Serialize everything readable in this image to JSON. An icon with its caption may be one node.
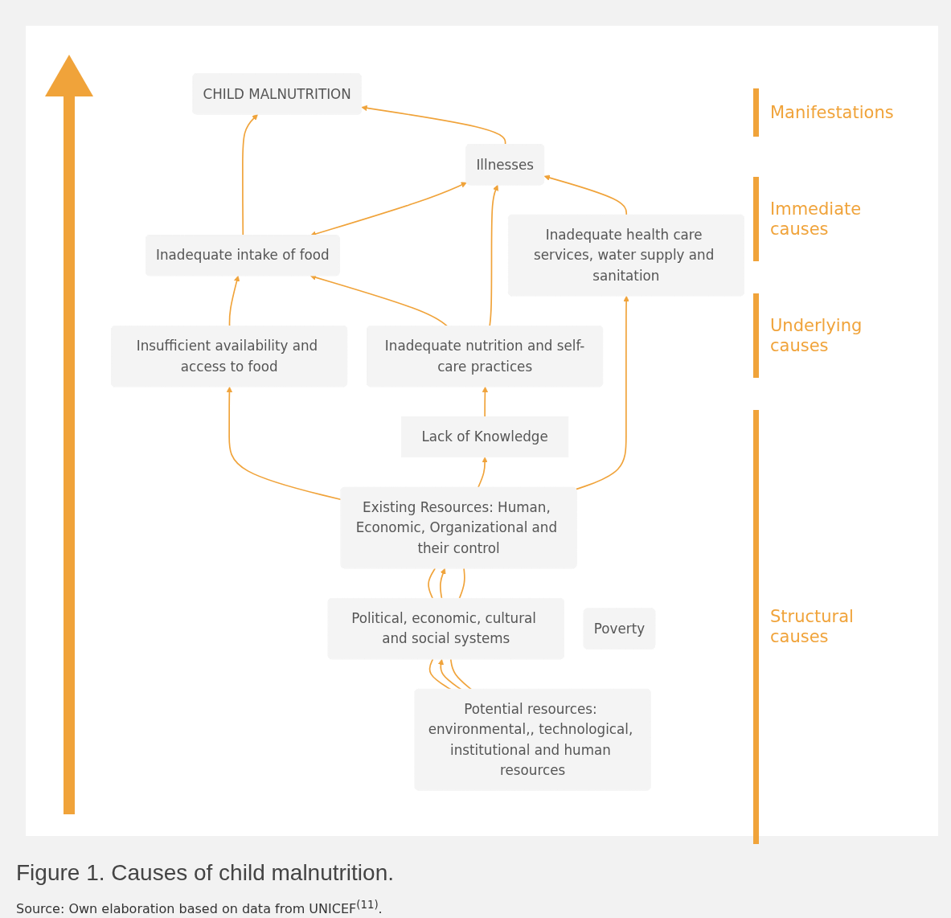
{
  "diagram": {
    "caption": "Figure 1. Causes of child malnutrition.",
    "nodes": [
      {
        "text": [
          "CHILD MALNUTRITION"
        ]
      },
      {
        "text": [
          "Inadequate intake of food"
        ]
      },
      {
        "text": [
          "Illnesses"
        ]
      },
      {
        "text": [
          "Insufficient availability and access to food"
        ]
      },
      {
        "text": [
          "Inadequate nutrition and self-care practices"
        ]
      },
      {
        "text": [
          "Inadequate health care services, water supply and sanitation"
        ]
      },
      {
        "text": [
          "Lack of Knowledge"
        ]
      },
      {
        "text": [
          "Existing Resources: Human, Economic, Organizational and their control"
        ]
      },
      {
        "text": [
          "Political, economic, cultural and social systems"
        ]
      },
      {
        "text": [
          "Poverty"
        ]
      },
      {
        "text": [
          "Potential resources: environmental,, technological, institutional and human resources"
        ]
      }
    ],
    "edges": [
      {
        "from": 1,
        "to": 2,
        "arrow": "both"
      },
      {
        "from": 1,
        "to": 0,
        "arrow": "to"
      },
      {
        "from": 2,
        "to": 0,
        "arrow": "to"
      },
      {
        "from": 3,
        "to": 1,
        "arrow": "to"
      },
      {
        "from": 4,
        "to": 1,
        "arrow": "to"
      },
      {
        "from": 4,
        "to": 2,
        "arrow": "to"
      },
      {
        "from": 5,
        "to": 2,
        "arrow": "to"
      },
      {
        "from": 6,
        "to": 4,
        "arrow": "to"
      },
      {
        "from": 7,
        "to": 3,
        "arrow": "to"
      },
      {
        "from": 7,
        "to": 6,
        "arrow": "to"
      },
      {
        "from": 7,
        "to": 5,
        "arrow": "to"
      },
      {
        "from": 8,
        "to": 7,
        "arrow": "none"
      },
      {
        "from": 8,
        "to": 7,
        "arrow": "to"
      },
      {
        "from": 8,
        "to": 7,
        "arrow": "none"
      },
      {
        "from": 10,
        "to": 8,
        "arrow": "none"
      },
      {
        "from": 10,
        "to": 8,
        "arrow": "to"
      },
      {
        "from": 10,
        "to": 8,
        "arrow": "none"
      }
    ],
    "labels": [
      "Manifestations",
      "Immediate causes",
      "Underlying causes",
      "Structural causes",
      "Source: Own elaboration based on data from UNICEF$^{(11)}$."
    ]
  }
}
